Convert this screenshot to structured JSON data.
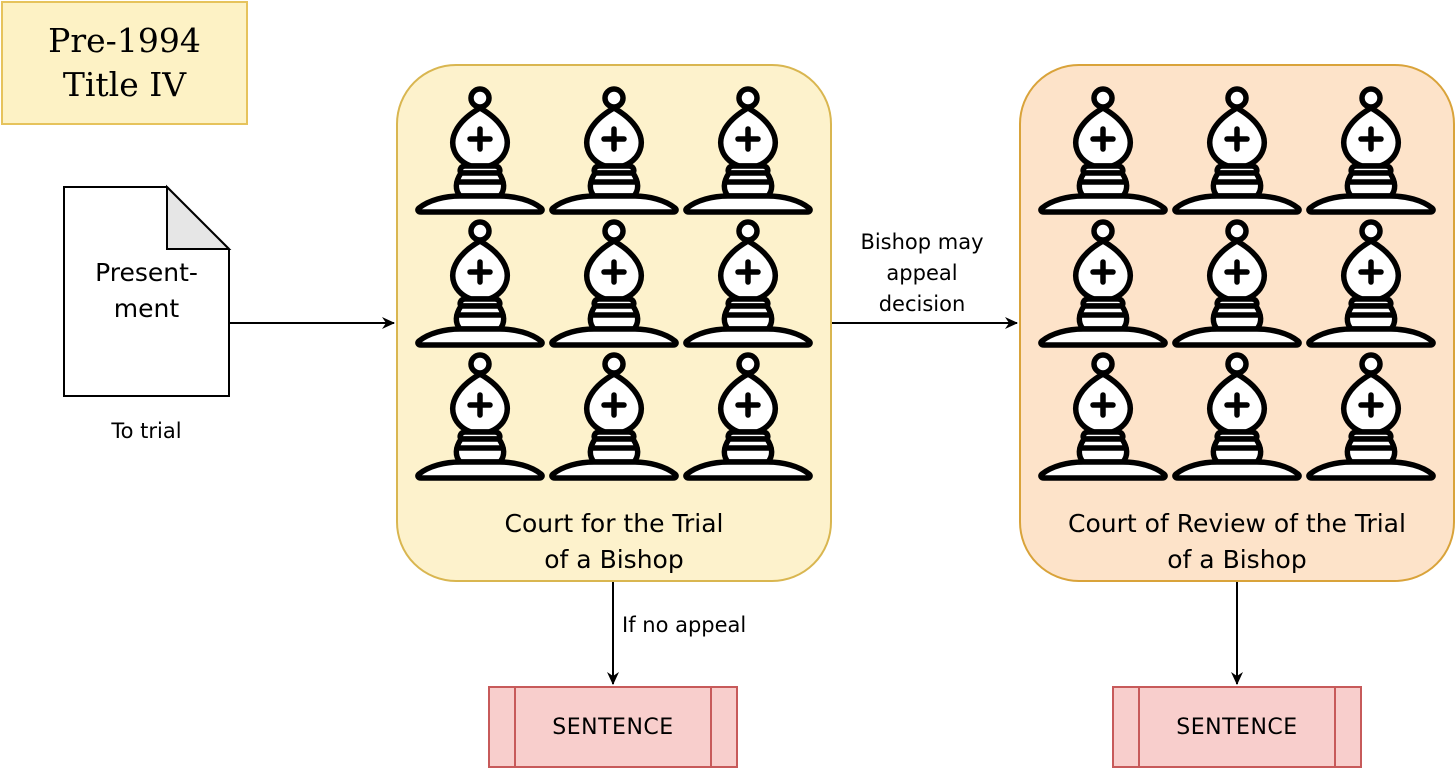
{
  "title": {
    "line1": "Pre-1994",
    "line2": "Title IV"
  },
  "document": {
    "line1": "Present-",
    "line2": "ment",
    "caption": "To trial"
  },
  "court_trial": {
    "line1": "Court for the Trial",
    "line2": "of a Bishop"
  },
  "court_review": {
    "line1": "Court of Review of the Trial",
    "line2": "of a Bishop"
  },
  "edges": {
    "appeal": {
      "line1": "Bishop may",
      "line2": "appeal",
      "line3": "decision"
    },
    "no_appeal": "If no appeal"
  },
  "sentence_left": "SENTENCE",
  "sentence_right": "SENTENCE",
  "icons": {
    "bishop": "bishop-chess-piece-icon",
    "document": "document-icon"
  },
  "colors": {
    "title_fill": "#fdf2c5",
    "trial_fill": "#fdf2cc",
    "review_fill": "#fde3c9",
    "sentence_fill": "#f8cecc",
    "sentence_stroke": "#c75a5a"
  }
}
